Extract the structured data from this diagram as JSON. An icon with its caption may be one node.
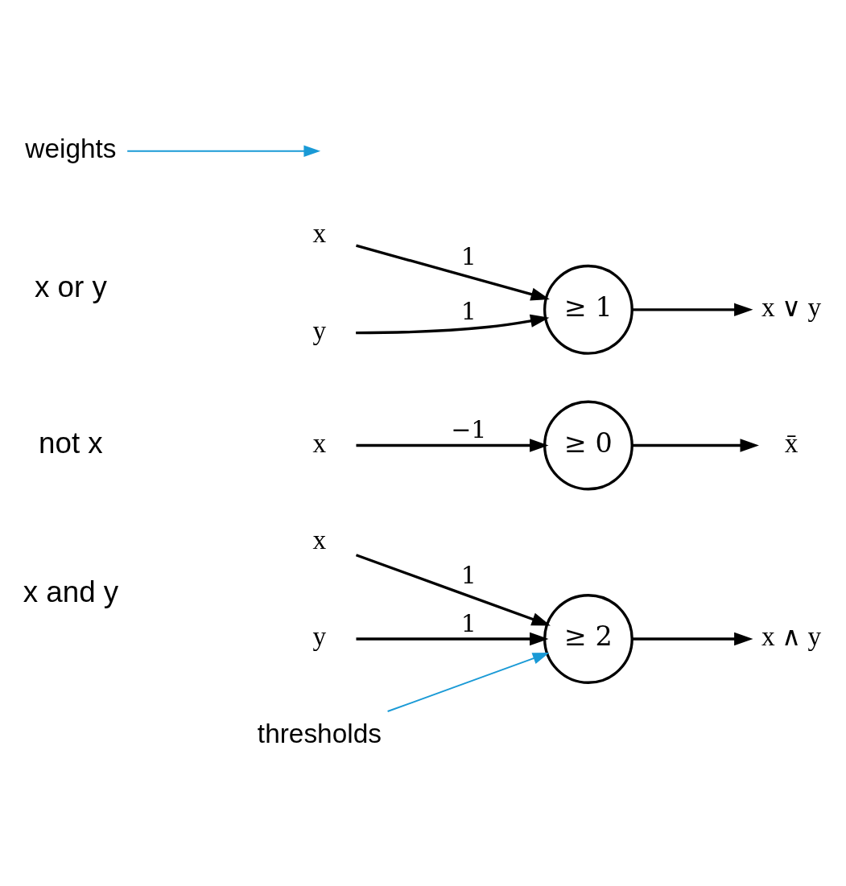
{
  "diagram": {
    "nodes": [
      {
        "text": [
          "x"
        ]
      },
      {
        "text": [
          "y"
        ]
      },
      {
        "text": [
          "≥ 2"
        ]
      },
      {
        "text": [
          "x ∧ y"
        ]
      },
      {
        "text": [
          "x"
        ]
      },
      {
        "text": [
          "≥ 0"
        ]
      },
      {
        "text": [
          "x̄"
        ]
      },
      {
        "text": [
          "x"
        ]
      },
      {
        "text": [
          "y"
        ]
      },
      {
        "text": [
          "≥ 1"
        ]
      },
      {
        "text": [
          "x ∨ y"
        ]
      },
      {
        "text": [
          "weights"
        ]
      },
      {
        "text": [
          "thresholds"
        ]
      }
    ],
    "edges": [
      {
        "from": 0,
        "to": 2,
        "arrow": "to",
        "label": "1"
      },
      {
        "from": 1,
        "to": 2,
        "arrow": "to",
        "label": "1"
      },
      {
        "from": 2,
        "to": 3,
        "arrow": "to"
      },
      {
        "from": 4,
        "to": 5,
        "arrow": "to",
        "label": "−1"
      },
      {
        "from": 5,
        "to": 6,
        "arrow": "to"
      },
      {
        "from": 7,
        "to": 9,
        "arrow": "to",
        "label": "1"
      },
      {
        "from": 8,
        "to": 9,
        "arrow": "to",
        "label": "1"
      },
      {
        "from": 9,
        "to": 10,
        "arrow": "to"
      },
      {
        "from": 11,
        "to": null,
        "arrow": "to",
        "color": "#1a9ad6"
      },
      {
        "from": 12,
        "to": 2,
        "arrow": "to",
        "color": "#1a9ad6"
      }
    ],
    "labels": [
      "x and y",
      "not x",
      "x or y"
    ]
  }
}
